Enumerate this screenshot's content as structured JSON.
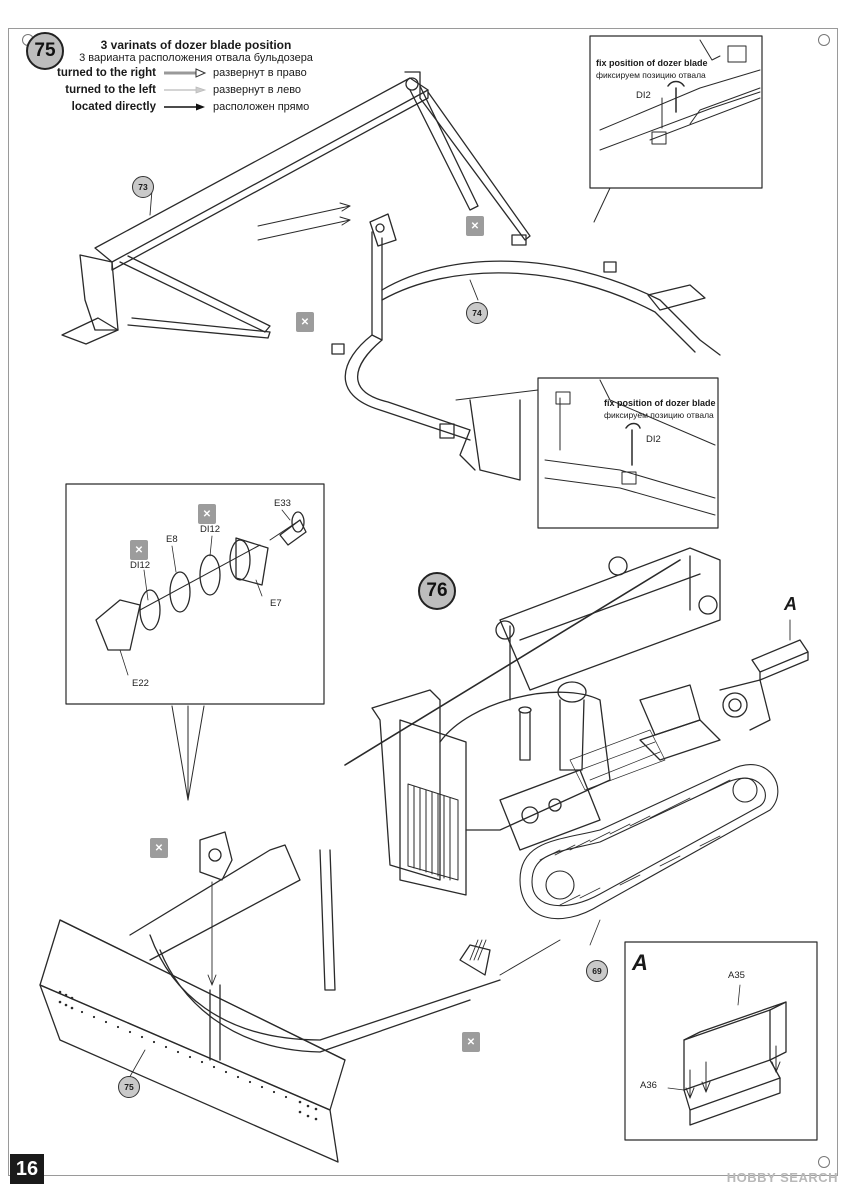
{
  "page": {
    "number": "16"
  },
  "watermark": "HOBBY SEARCH",
  "step75": {
    "number": "75",
    "legend": {
      "title_en": "3 varinats of dozer blade position",
      "title_ru": "3 варианта расположения отвала бульдозера",
      "rows": [
        {
          "en": "turned to the right",
          "ru": "развернут в право",
          "arrow_style": "outline"
        },
        {
          "en": "turned to the left",
          "ru": "развернут в лево",
          "arrow_style": "light"
        },
        {
          "en": "located directly",
          "ru": "расположен прямо",
          "arrow_style": "solid"
        }
      ]
    },
    "inset_top": {
      "title_en": "fix position of dozer blade",
      "title_ru": "фиксируем позицию отвала",
      "part": "DI2"
    },
    "inset_mid": {
      "title_en": "fix position of dozer blade",
      "title_ru": "фиксируем позицию отвала",
      "part": "DI2"
    },
    "refs": [
      "73",
      "74"
    ]
  },
  "step76": {
    "number": "76",
    "detail_parts": [
      "E33",
      "E8",
      "DI12",
      "DI12",
      "E7",
      "E22"
    ],
    "refs": [
      "69",
      "75"
    ],
    "callout_letter": "A",
    "inset_a": {
      "letter": "A",
      "parts": [
        "A35",
        "A36"
      ]
    }
  },
  "colors": {
    "line": "#2a2a2a",
    "badge": "#bdbdbd",
    "glue_icon": "#9c9c9c"
  }
}
